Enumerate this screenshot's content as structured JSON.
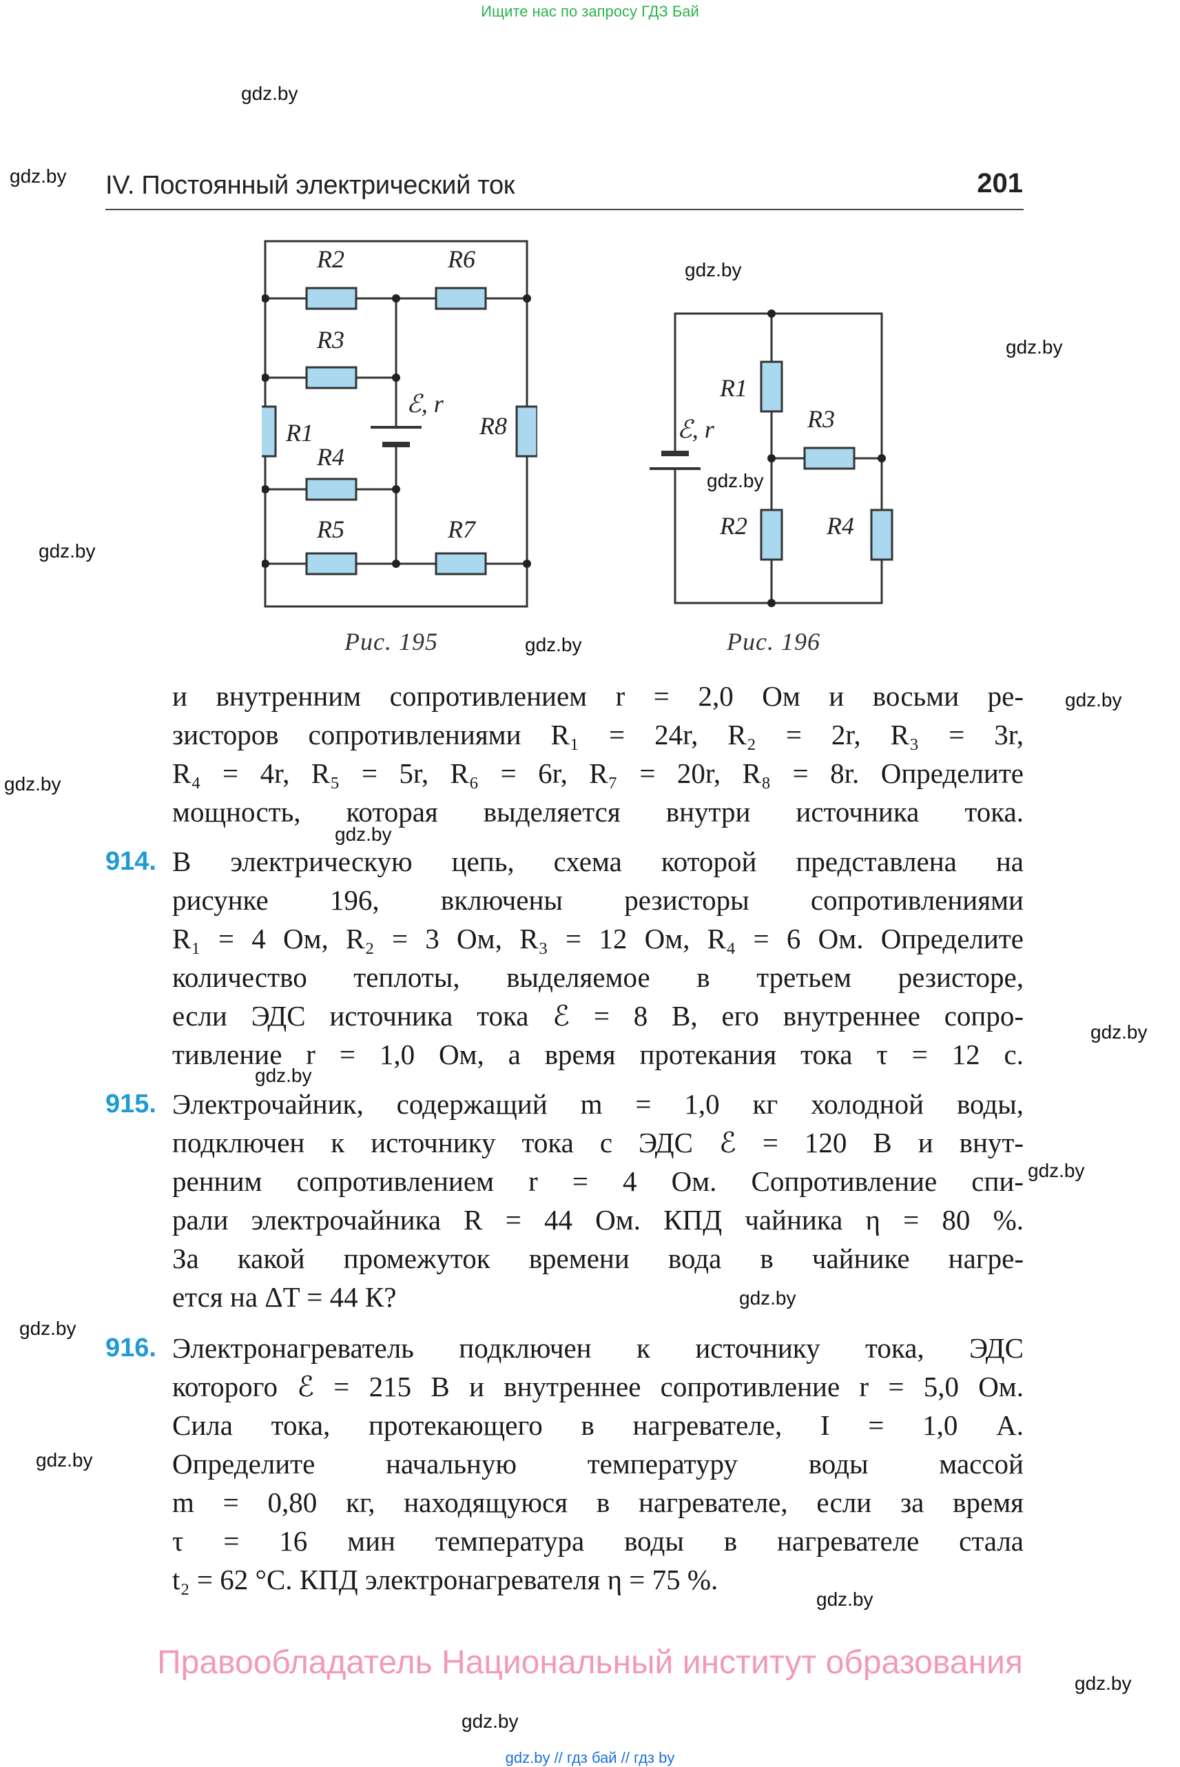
{
  "top_banner": "Ищите нас по запросу ГДЗ Бай",
  "watermark": "gdz.by",
  "header": {
    "title": "IV. Постоянный электрический ток",
    "page_number": "201"
  },
  "figures": {
    "fig195": {
      "caption": "Рис. 195",
      "labels": {
        "r1": "R1",
        "r2": "R2",
        "r3": "R3",
        "r4": "R4",
        "r5": "R5",
        "r6": "R6",
        "r7": "R7",
        "r8": "R8",
        "source": "ℰ, r"
      }
    },
    "fig196": {
      "caption": "Рис. 196",
      "labels": {
        "r1": "R1",
        "r2": "R2",
        "r3": "R3",
        "r4": "R4",
        "source": "ℰ, r"
      }
    }
  },
  "continued_text": [
    "и внутренним сопротивлением r = 2,0 Ом и восьми ре-",
    "зисторов сопротивлениями R₁ = 24r, R₂ = 2r, R₃ = 3r,",
    "R₄ = 4r, R₅ = 5r, R₆ = 6r, R₇ = 20r, R₈ = 8r. Определите",
    "мощность, которая выделяется внутри источника тока."
  ],
  "problems": [
    {
      "number": "914.",
      "lines": [
        "В электрическую цепь, схема которой представлена на",
        "рисунке 196, включены резисторы сопротивлениями",
        "R₁ = 4 Ом, R₂ = 3 Ом, R₃ = 12 Ом, R₄ = 6 Ом. Определите",
        "количество теплоты, выделяемое в третьем резисторе,",
        "если ЭДС источника тока ℰ = 8 В, его внутреннее сопро-",
        "тивление r = 1,0 Ом, а время протекания тока τ = 12 с."
      ]
    },
    {
      "number": "915.",
      "lines": [
        "Электрочайник, содержащий m = 1,0 кг холодной воды,",
        "подключен к источнику тока с ЭДС ℰ = 120 В и внут-",
        "ренним сопротивлением r = 4 Ом. Сопротивление спи-",
        "рали электрочайника R = 44 Ом. КПД чайника η = 80 %.",
        "За какой промежуток времени вода в чайнике нагре-",
        "ется на ΔT = 44 К?"
      ]
    },
    {
      "number": "916.",
      "lines": [
        "Электронагреватель подключен к источнику тока, ЭДС",
        "которого ℰ = 215 В и внутреннее сопротивление r = 5,0 Ом.",
        "Сила тока, протекающего в нагревателе, I = 1,0 А.",
        "Определите начальную температуру воды массой",
        "m = 0,80 кг, находящуюся в нагревателе, если за время",
        "τ = 16 мин температура воды в нагревателе стала",
        "t₂ = 62 °С. КПД электронагревателя η = 75 %."
      ]
    }
  ],
  "rights_holder": "Правообладатель Национальный институт образования",
  "footer_links": "gdz.by  //  гдз бай  //  гдз by",
  "colors": {
    "accent_blue": "#1e9ad6",
    "resistor_fill": "#a9d8ef",
    "rights_pink": "#f29ab4",
    "banner_green": "#2bb44a"
  }
}
